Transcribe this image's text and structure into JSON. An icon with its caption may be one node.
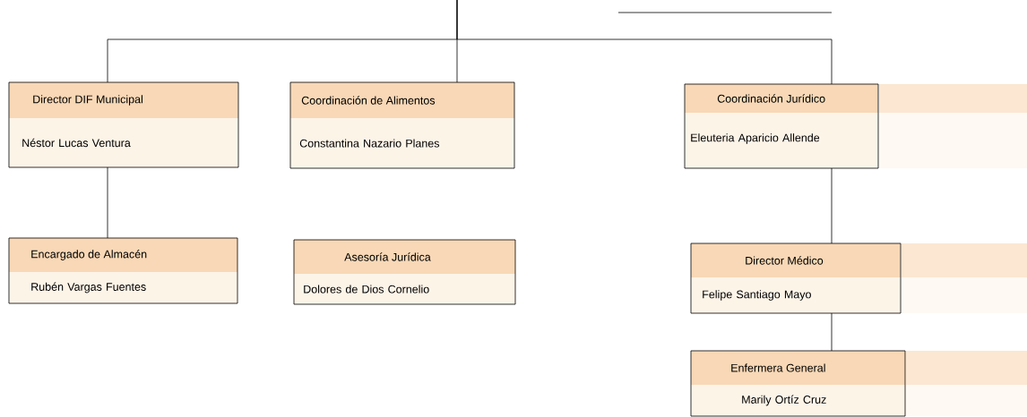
{
  "diagram": {
    "nodes": [
      {
        "text": [
          "Director DIF Municipal",
          "Néstor Lucas Ventura"
        ]
      },
      {
        "text": [
          "Coordinación de Alimentos",
          "Constantina Nazario Planes"
        ]
      },
      {
        "text": [
          "Coordinación Jurídico",
          "Eleuteria Aparicio Allende"
        ]
      },
      {
        "text": [
          "Encargado de Almacén",
          "Rubén Vargas Fuentes"
        ]
      },
      {
        "text": [
          "Asesoría Jurídica",
          "Dolores de Dios Cornelio"
        ]
      },
      {
        "text": [
          "Director Médico",
          "Felipe Santiago Mayo"
        ]
      },
      {
        "text": [
          "Enfermera General",
          "Marily Ortíz Cruz"
        ]
      }
    ],
    "edges": [
      {
        "from": null,
        "to": 0,
        "arrow": "none"
      },
      {
        "from": null,
        "to": 1,
        "arrow": "none"
      },
      {
        "from": null,
        "to": 2,
        "arrow": "none"
      },
      {
        "from": 0,
        "to": 3,
        "arrow": "none"
      },
      {
        "from": 2,
        "to": 5,
        "arrow": "none"
      },
      {
        "from": 5,
        "to": 6,
        "arrow": "none"
      }
    ]
  }
}
